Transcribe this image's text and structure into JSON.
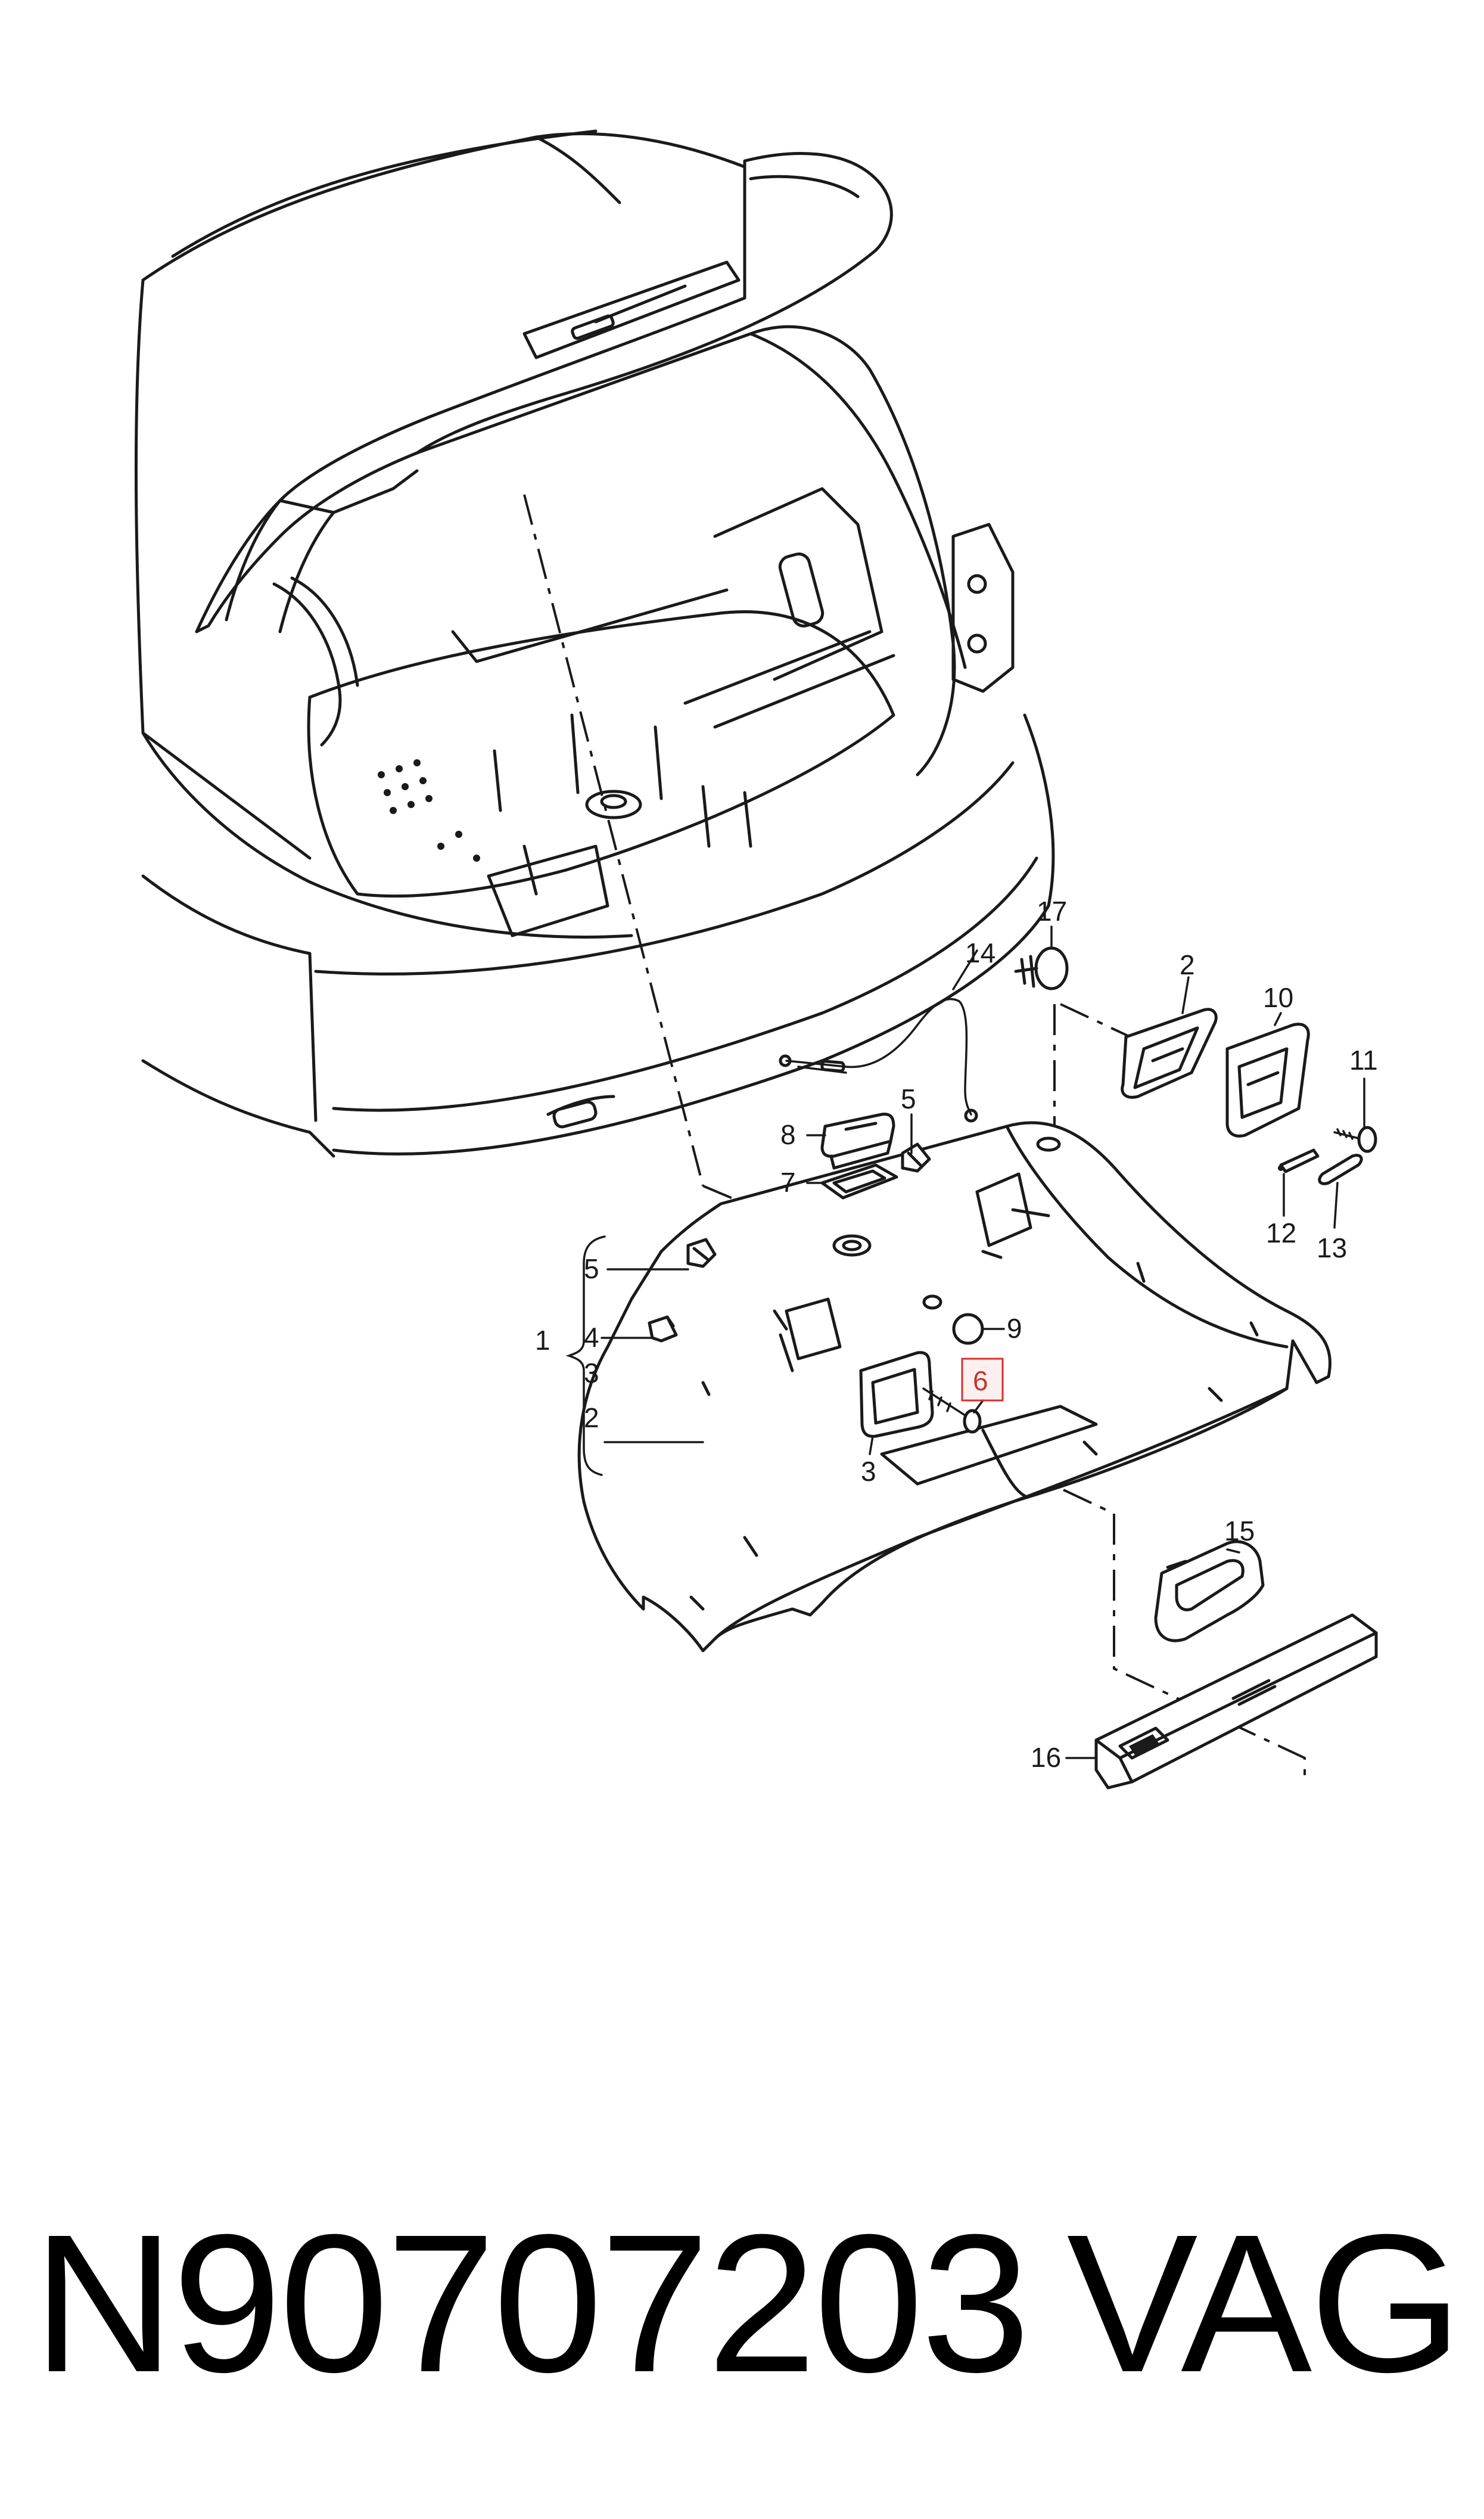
{
  "callouts": {
    "c1": "1",
    "c2a": "2",
    "c2b": "2",
    "c3a": "3",
    "c3b": "3",
    "c4": "4",
    "c5a": "5",
    "c5b": "5",
    "c6": "6",
    "c7": "7",
    "c8": "8",
    "c9": "9",
    "c10": "10",
    "c11": "11",
    "c12": "12",
    "c13": "13",
    "c14": "14",
    "c15": "15",
    "c16": "16",
    "c17": "17"
  },
  "highlighted_callout": "6",
  "footer": {
    "part_number": "N90707203",
    "brand": "VAG"
  }
}
